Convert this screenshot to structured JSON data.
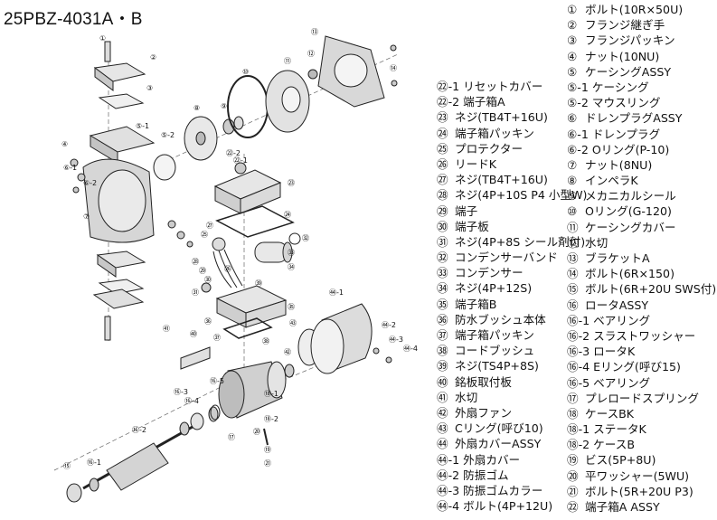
{
  "title": "25PBZ-4031A・B",
  "legend_mid": [
    {
      "num": "㉒-1",
      "text": "リセットカバー"
    },
    {
      "num": "㉒-2",
      "text": "端子箱A"
    },
    {
      "num": "㉓",
      "text": "ネジ(TB4T+16U)"
    },
    {
      "num": "㉔",
      "text": "端子箱パッキン"
    },
    {
      "num": "㉕",
      "text": "プロテクター"
    },
    {
      "num": "㉖",
      "text": "リードK"
    },
    {
      "num": "㉗",
      "text": "ネジ(TB4T+16U)"
    },
    {
      "num": "㉘",
      "text": "ネジ(4P+10S P4 小型W)"
    },
    {
      "num": "㉙",
      "text": "端子"
    },
    {
      "num": "㉚",
      "text": "端子板"
    },
    {
      "num": "㉛",
      "text": "ネジ(4P+8S シール剤付)"
    },
    {
      "num": "㉜",
      "text": "コンデンサーバンド"
    },
    {
      "num": "㉝",
      "text": "コンデンサー"
    },
    {
      "num": "㉞",
      "text": "ネジ(4P+12S)"
    },
    {
      "num": "㉟",
      "text": "端子箱B"
    },
    {
      "num": "㊱",
      "text": "防水ブッシュ本体"
    },
    {
      "num": "㊲",
      "text": "端子箱パッキン"
    },
    {
      "num": "㊳",
      "text": "コードブッシュ"
    },
    {
      "num": "㊴",
      "text": "ネジ(TS4P+8S)"
    },
    {
      "num": "㊵",
      "text": "銘板取付板"
    },
    {
      "num": "㊶",
      "text": "水切"
    },
    {
      "num": "㊷",
      "text": "外扇ファン"
    },
    {
      "num": "㊸",
      "text": "Cリング(呼び10)"
    },
    {
      "num": "㊹",
      "text": "外扇カバーASSY"
    },
    {
      "num": "㊹-1",
      "text": "外扇カバー"
    },
    {
      "num": "㊹-2",
      "text": "防振ゴム"
    },
    {
      "num": "㊹-3",
      "text": "防振ゴムカラー"
    },
    {
      "num": "㊹-4",
      "text": "ボルト(4P+12U)"
    }
  ],
  "legend_right": [
    {
      "num": "①",
      "text": "ボルト(10R×50U)"
    },
    {
      "num": "②",
      "text": "フランジ継ぎ手"
    },
    {
      "num": "③",
      "text": "フランジパッキン"
    },
    {
      "num": "④",
      "text": "ナット(10NU)"
    },
    {
      "num": "⑤",
      "text": "ケーシングASSY"
    },
    {
      "num": "⑤-1",
      "text": "ケーシング"
    },
    {
      "num": "⑤-2",
      "text": "マウスリング"
    },
    {
      "num": "⑥",
      "text": "ドレンプラグASSY"
    },
    {
      "num": "⑥-1",
      "text": "ドレンプラグ"
    },
    {
      "num": "⑥-2",
      "text": "Oリング(P-10)"
    },
    {
      "num": "⑦",
      "text": "ナット(8NU)"
    },
    {
      "num": "⑧",
      "text": "インペラK"
    },
    {
      "num": "⑨",
      "text": "メカニカルシール"
    },
    {
      "num": "⑩",
      "text": "Oリング(G-120)"
    },
    {
      "num": "⑪",
      "text": "ケーシングカバー"
    },
    {
      "num": "⑫",
      "text": "水切"
    },
    {
      "num": "⑬",
      "text": "ブラケットA"
    },
    {
      "num": "⑭",
      "text": "ボルト(6R×150)"
    },
    {
      "num": "⑮",
      "text": "ボルト(6R+20U SWS付)"
    },
    {
      "num": "⑯",
      "text": "ロータASSY"
    },
    {
      "num": "⑯-1",
      "text": "ベアリング"
    },
    {
      "num": "⑯-2",
      "text": "スラストワッシャー"
    },
    {
      "num": "⑯-3",
      "text": "ロータK"
    },
    {
      "num": "⑯-4",
      "text": "Eリング(呼び15)"
    },
    {
      "num": "⑯-5",
      "text": "ベアリング"
    },
    {
      "num": "⑰",
      "text": "プレロードスプリング"
    },
    {
      "num": "⑱",
      "text": "ケースBK"
    },
    {
      "num": "⑱-1",
      "text": "ステータK"
    },
    {
      "num": "⑱-2",
      "text": "ケースB"
    },
    {
      "num": "⑲",
      "text": "ビス(5P+8U)"
    },
    {
      "num": "⑳",
      "text": "平ワッシャー(5WU)"
    },
    {
      "num": "㉑",
      "text": "ボルト(5R+20U P3)"
    },
    {
      "num": "㉒",
      "text": "端子箱A ASSY"
    }
  ],
  "callouts": [
    "①",
    "②",
    "③",
    "④",
    "⑤-1",
    "⑤-2",
    "⑥-1",
    "⑥-2",
    "⑦",
    "⑧",
    "⑨",
    "⑩",
    "⑪",
    "⑫",
    "⑬",
    "⑭",
    "⑮",
    "⑯-1",
    "⑯-2",
    "⑯-3",
    "⑯-4",
    "⑯-5",
    "⑰",
    "⑱-1",
    "⑱-2",
    "⑲",
    "⑳",
    "㉑",
    "㉒-1",
    "㉒-2",
    "㉓",
    "㉔",
    "㉕",
    "㉖",
    "㉗",
    "㉘",
    "㉙",
    "㉚",
    "㉛",
    "㉜",
    "㉝",
    "㉞",
    "㉟",
    "㊱",
    "㊲",
    "㊳",
    "㊴",
    "㊵",
    "㊶",
    "㊷",
    "㊸",
    "㊹-1",
    "㊹-2",
    "㊹-3",
    "㊹-4"
  ]
}
